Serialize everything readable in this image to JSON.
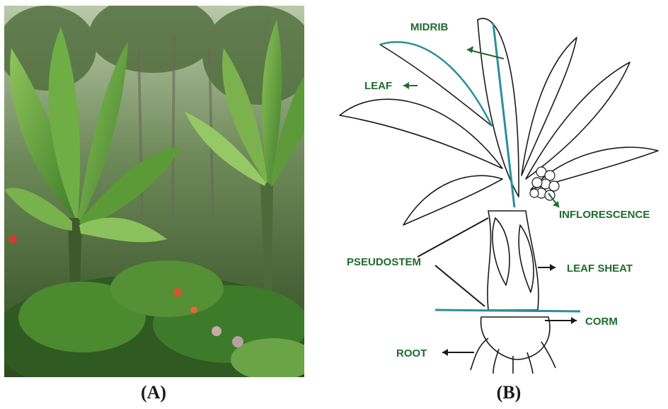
{
  "panels": {
    "a": {
      "caption": "(A)"
    },
    "b": {
      "caption": "(B)"
    }
  },
  "labels": {
    "midrib": "MIDRIB",
    "leaf": "LEAF",
    "inflorescence": "INFLORESCENCE",
    "pseudostem": "PSEUDOSTEM",
    "leaf_sheat": "LEAF SHEAT",
    "corm": "CORM",
    "root": "ROOT"
  },
  "colors": {
    "label_green": "#1f6b2d",
    "label_dark": "#1a1a1a",
    "midrib_blue": "#2a8f9a"
  }
}
